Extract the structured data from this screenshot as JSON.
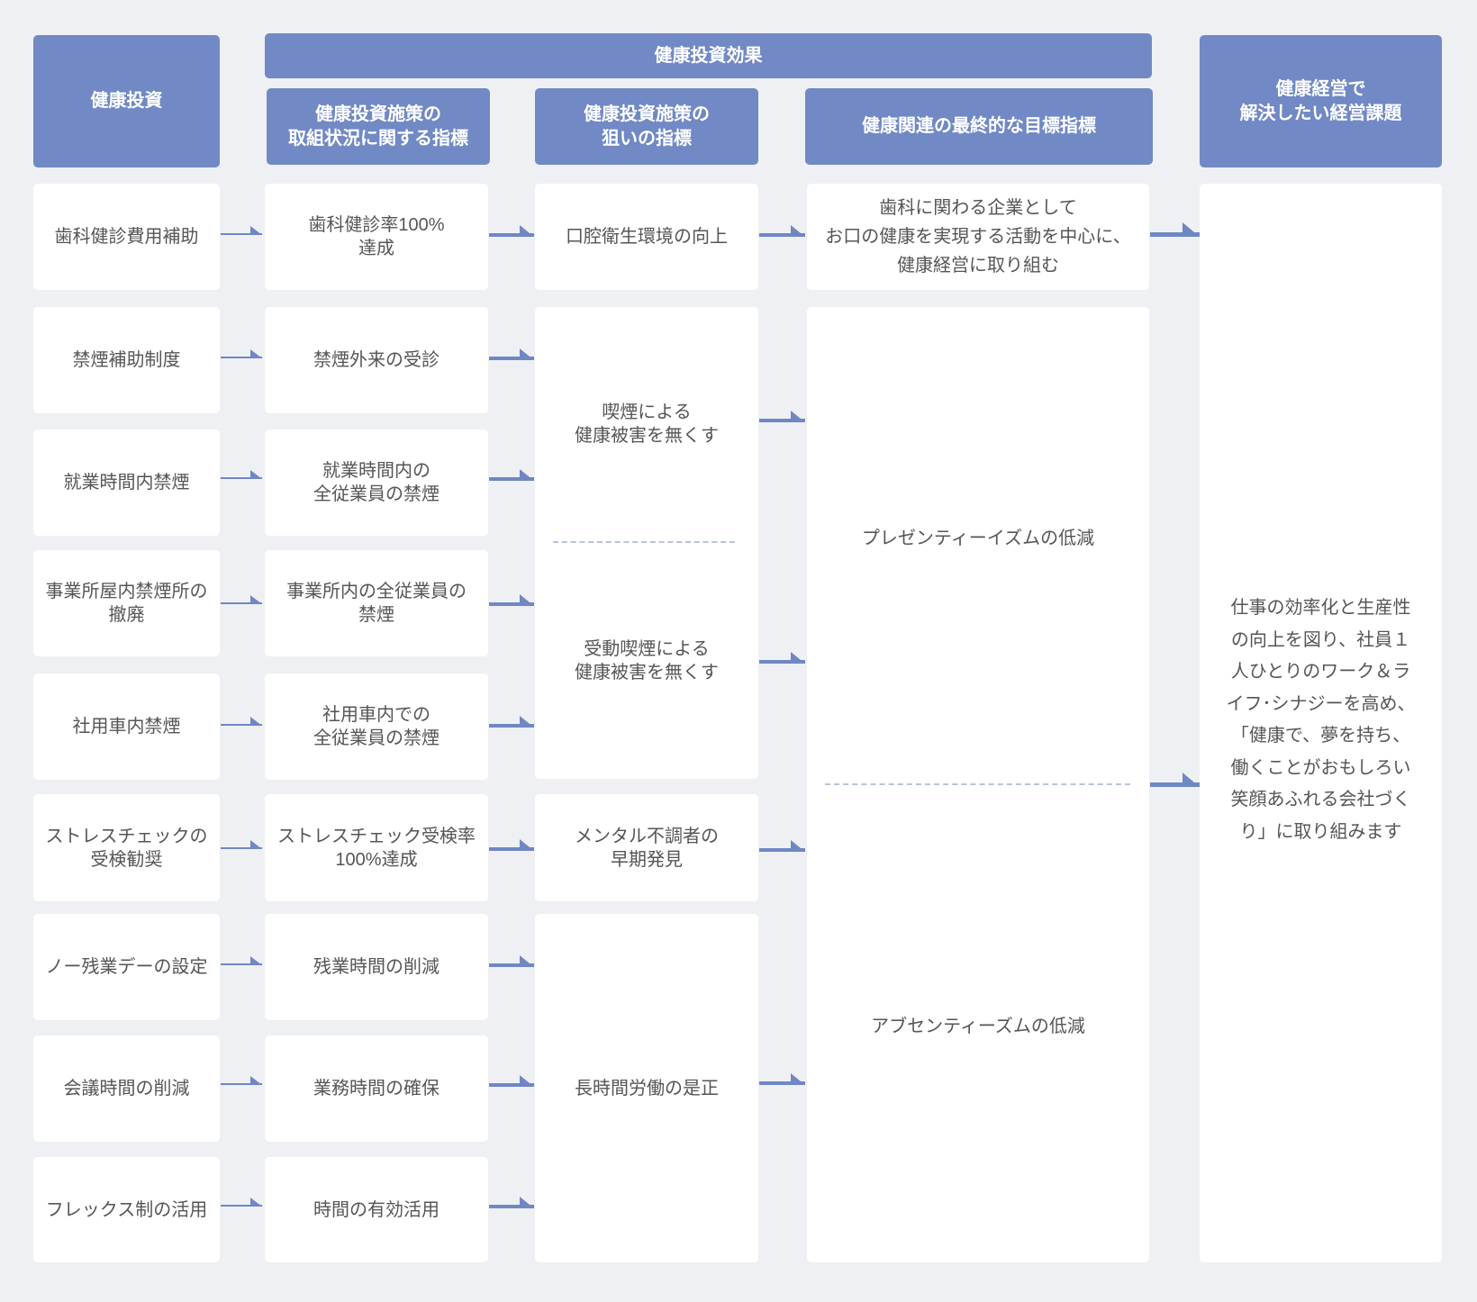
{
  "header": {
    "investment": "健康投資",
    "effect_banner": "健康投資効果",
    "effect_columns": [
      "健康投資施策の\n取組状況に関する指標",
      "健康投資施策の\n狙いの指標",
      "健康関連の最終的な目標指標"
    ],
    "management_issue": "健康経営で\n解決したい経営課題"
  },
  "rows": [
    {
      "investment": "歯科健診費用補助",
      "activity_indicator": "歯科健診率100%\n達成"
    },
    {
      "investment": "禁煙補助制度",
      "activity_indicator": "禁煙外来の受診"
    },
    {
      "investment": "就業時間内禁煙",
      "activity_indicator": "就業時間内の\n全従業員の禁煙"
    },
    {
      "investment": "事業所屋内禁煙所の\n撤廃",
      "activity_indicator": "事業所内の全従業員の\n禁煙"
    },
    {
      "investment": "社用車内禁煙",
      "activity_indicator": "社用車内での\n全従業員の禁煙"
    },
    {
      "investment": "ストレスチェックの\n受検勧奨",
      "activity_indicator": "ストレスチェック受検率\n100%達成"
    },
    {
      "investment": "ノー残業デーの設定",
      "activity_indicator": "残業時間の削減"
    },
    {
      "investment": "会議時間の削減",
      "activity_indicator": "業務時間の確保"
    },
    {
      "investment": "フレックス制の活用",
      "activity_indicator": "時間の有効活用"
    }
  ],
  "target_indicators": {
    "oral": "口腔衛生環境の向上",
    "smoking": "喫煙による\n健康被害を無くす",
    "passive_smoking": "受動喫煙による\n健康被害を無くす",
    "mental": "メンタル不調者の\n早期発見",
    "long_hours": "長時間労働の是正"
  },
  "final_goals": {
    "dental": "歯科に関わる企業として\nお口の健康を実現する活動を中心に、\n健康経営に取り組む",
    "presenteeism": "プレゼンティーイズムの低減",
    "absenteeism": "アブセンティーズムの低減"
  },
  "management_issue_text": "仕事の効率化と生産性\nの向上を図り、社員１\n人ひとりのワーク＆ラ\nイフ･シナジーを高め、\n「健康で、夢を持ち、\n働くことがおもしろい\n笑顔あふれる会社づく\nり」に取り組みます",
  "colors": {
    "accent": "#7189c4",
    "arrow": "#6f87c3",
    "background": "#eef0f3",
    "card": "#ffffff",
    "text": "#555555",
    "divider": "#b9c2df"
  }
}
